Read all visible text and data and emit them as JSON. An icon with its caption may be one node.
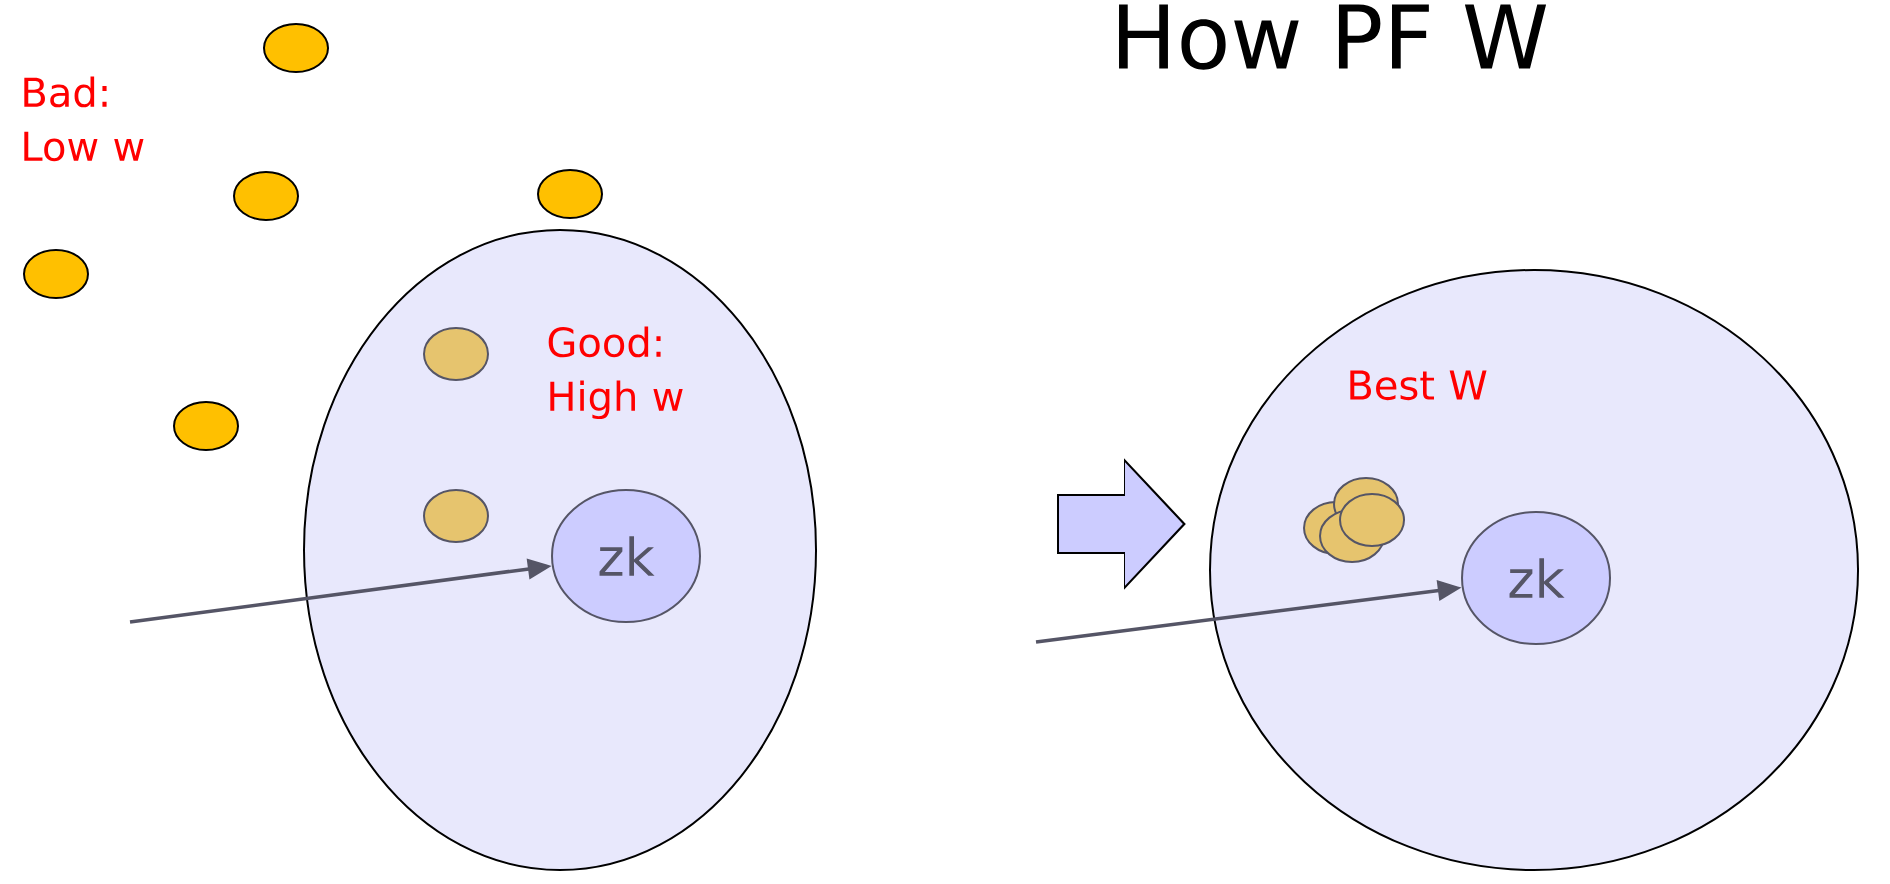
{
  "diagram": {
    "title": "How PF W",
    "nodes": [
      {
        "text": [],
        "shape": "circle"
      },
      {
        "text": [
          "zk"
        ],
        "in": 0
      },
      {
        "text": [],
        "shape": "circle"
      },
      {
        "text": [
          "zk"
        ],
        "in": 2
      }
    ],
    "edges": [
      {
        "from": null,
        "to": 1,
        "arrow": "to"
      },
      {
        "from": null,
        "to": 3,
        "arrow": "to"
      },
      {
        "from": null,
        "to": 2,
        "arrow": "to",
        "style": "thick",
        "color": "#000000"
      }
    ],
    "labels": [
      "Bad: Low w",
      "Good: High w",
      "Best W"
    ]
  }
}
